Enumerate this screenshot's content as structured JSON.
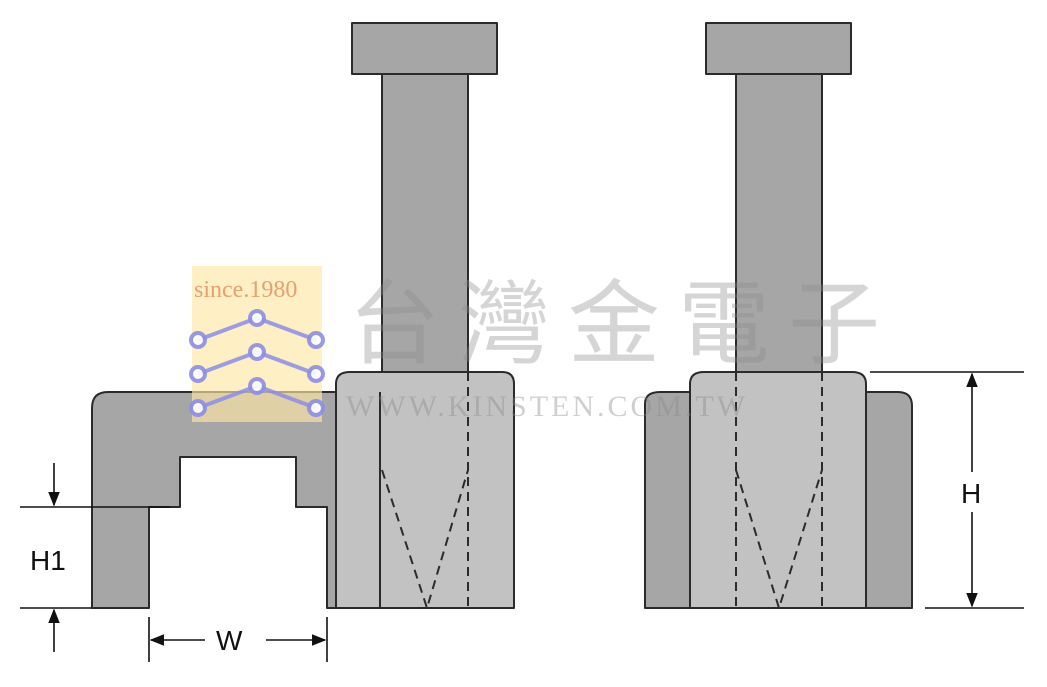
{
  "colors": {
    "part_fill": "#a6a6a6",
    "part_fill_light": "#c2c2c2",
    "outline": "#2b2b2b",
    "watermark_text": "#8a8a8a",
    "logo_yellow": "#fde7a6",
    "logo_blue": "#8e8ee6",
    "logo_orange": "#e8a070"
  },
  "labels": {
    "h1": "H1",
    "w": "W",
    "h": "H"
  },
  "watermark": {
    "since": "since.1980",
    "company_cn": "台灣金電子",
    "url": "WWW.KINSTEN.COM.TW"
  },
  "icons": {
    "logo": "circuit-logo-icon",
    "arrow": "arrowhead-icon"
  }
}
